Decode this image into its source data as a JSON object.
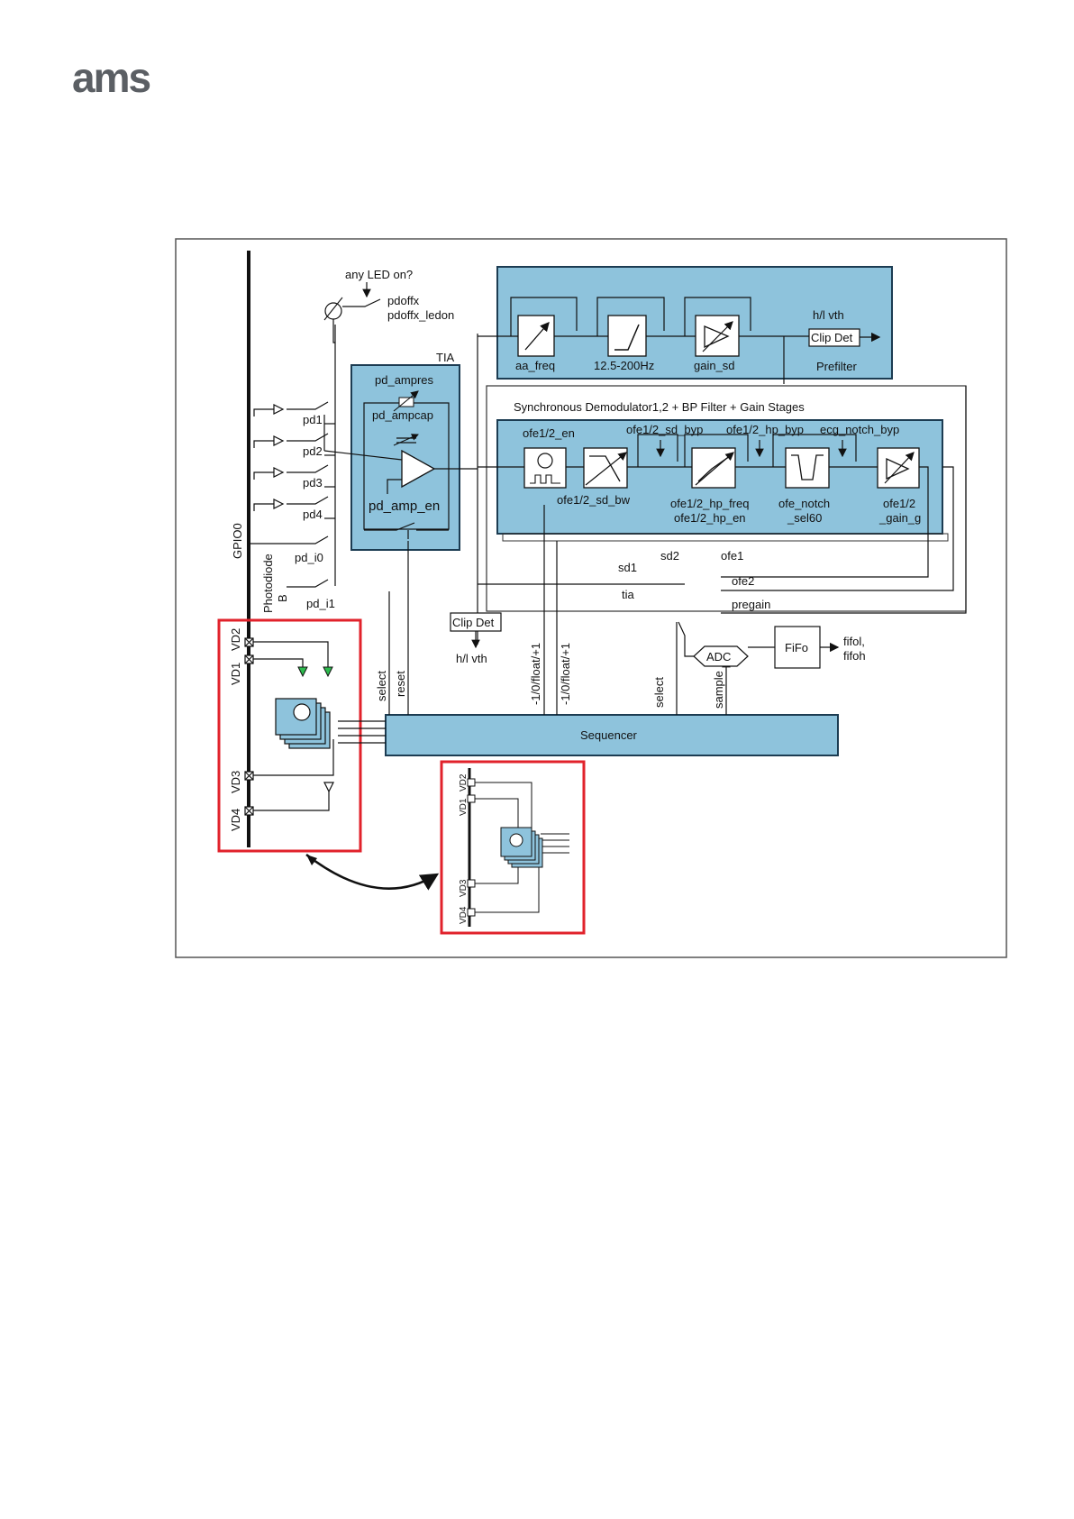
{
  "logo": {
    "text": "ams",
    "color": "#5b5f64"
  },
  "colors": {
    "block_fill": "#8ec3dc",
    "block_stroke": "#1c3c52",
    "highlight": "#e1222b",
    "frame": "#555555"
  },
  "labels": {
    "any_led_on": "any LED on?",
    "pdoffx": "pdoffx",
    "pdoffx_ledon": "pdoffx_ledon",
    "tia": "TIA",
    "pd_ampres": "pd_ampres",
    "pd_ampcap": "pd_ampcap",
    "pd_amp_en": "pd_amp_en",
    "pd1": "pd1",
    "pd2": "pd2",
    "pd3": "pd3",
    "pd4": "pd4",
    "gpio0": "GPIO0",
    "photodiode": "Photodiode",
    "b": "B",
    "pd_i0": "pd_i0",
    "pd_i1": "pd_i1",
    "aa_freq": "aa_freq",
    "freq_range": "12.5-200Hz",
    "gain_sd": "gain_sd",
    "hl_vth_top": "h/l vth",
    "clip_det_top": "Clip Det",
    "prefilter": "Prefilter",
    "sync_title": "Synchronous Demodulator1,2 + BP Filter + Gain Stages",
    "ofe_en": "ofe1/2_en",
    "ofe_sd_byp": "ofe1/2_sd_byp",
    "ofe_hp_byp": "ofe1/2_hp_byp",
    "ecg_notch_byp": "ecg_notch_byp",
    "ofe_sd_bw": "ofe1/2_sd_bw",
    "ofe_hp_freq": "ofe1/2_hp_freq",
    "ofe_hp_en": "ofe1/2_hp_en",
    "ofe_notch": "ofe_notch",
    "sel60": "_sel60",
    "ofe_gain_1": "ofe1/2",
    "ofe_gain_2": "_gain_g",
    "sd1": "sd1",
    "sd2": "sd2",
    "ofe1": "ofe1",
    "ofe2": "ofe2",
    "tia_in": "tia",
    "pregain": "pregain",
    "clip_det_bottom": "Clip Det",
    "hl_vth_bottom": "h/l vth",
    "select_left": "select",
    "reset": "reset",
    "float_1": "-1/0/float/+1",
    "float_2": "-1/0/float/+1",
    "select_right": "select",
    "sample": "sample",
    "adc": "ADC",
    "fifo": "FiFo",
    "fifol": "fifol,",
    "fifoh": "fifoh",
    "sequencer": "Sequencer",
    "vd1": "VD1",
    "vd2": "VD2",
    "vd3": "VD3",
    "vd4": "VD4",
    "vd1_small": "VD1",
    "vd2_small": "VD2",
    "vd3_small": "VD3",
    "vd4_small": "VD4"
  }
}
